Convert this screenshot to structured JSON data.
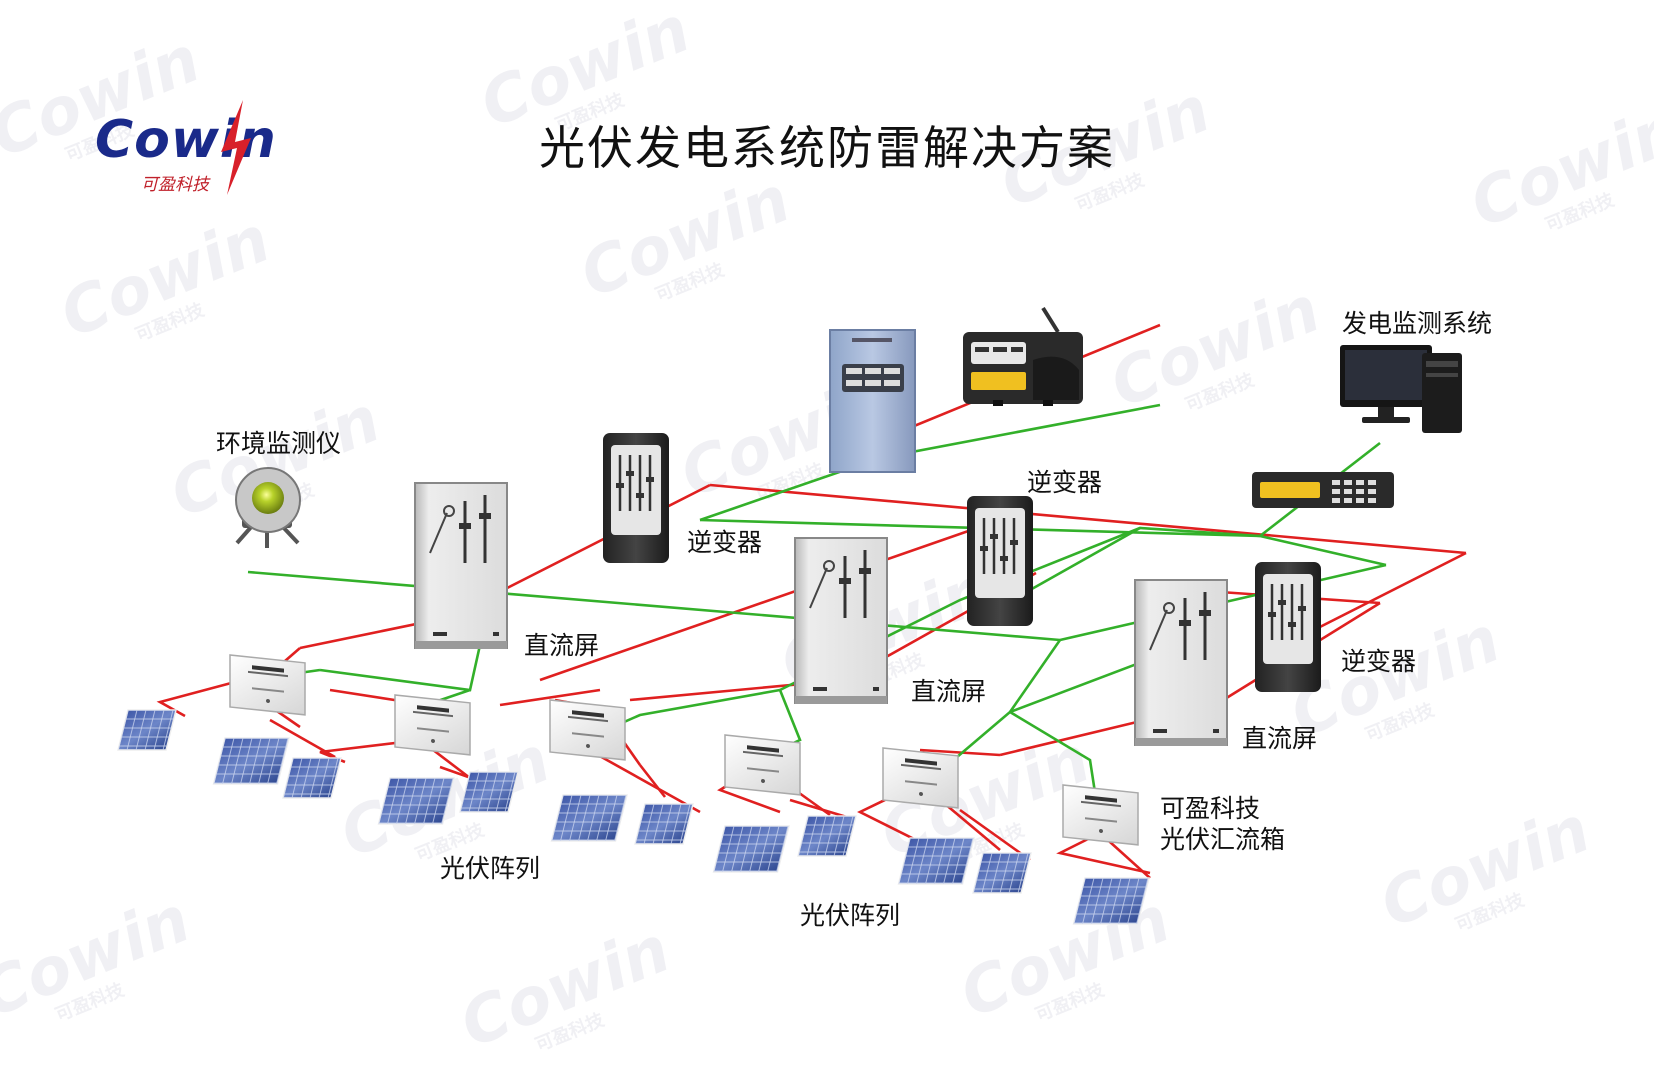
{
  "title": "光伏发电系统防雷解决方案",
  "logo": {
    "text": "Cowin",
    "subtitle": "可盈科技",
    "brand_color": "#1a2a8a",
    "accent_color": "#c0202a"
  },
  "labels": {
    "env_monitor": "环境监测仪",
    "inverter_1": "逆变器",
    "inverter_2": "逆变器",
    "inverter_3": "逆变器",
    "dc_screen_1": "直流屏",
    "dc_screen_2": "直流屏",
    "dc_screen_3": "直流屏",
    "monitor_system": "发电监测系统",
    "pv_array_1": "光伏阵列",
    "pv_array_2": "光伏阵列",
    "combiner_line1": "可盈科技",
    "combiner_line2": "光伏汇流箱"
  },
  "colors": {
    "power_line": "#e02020",
    "signal_line": "#33b02a"
  }
}
